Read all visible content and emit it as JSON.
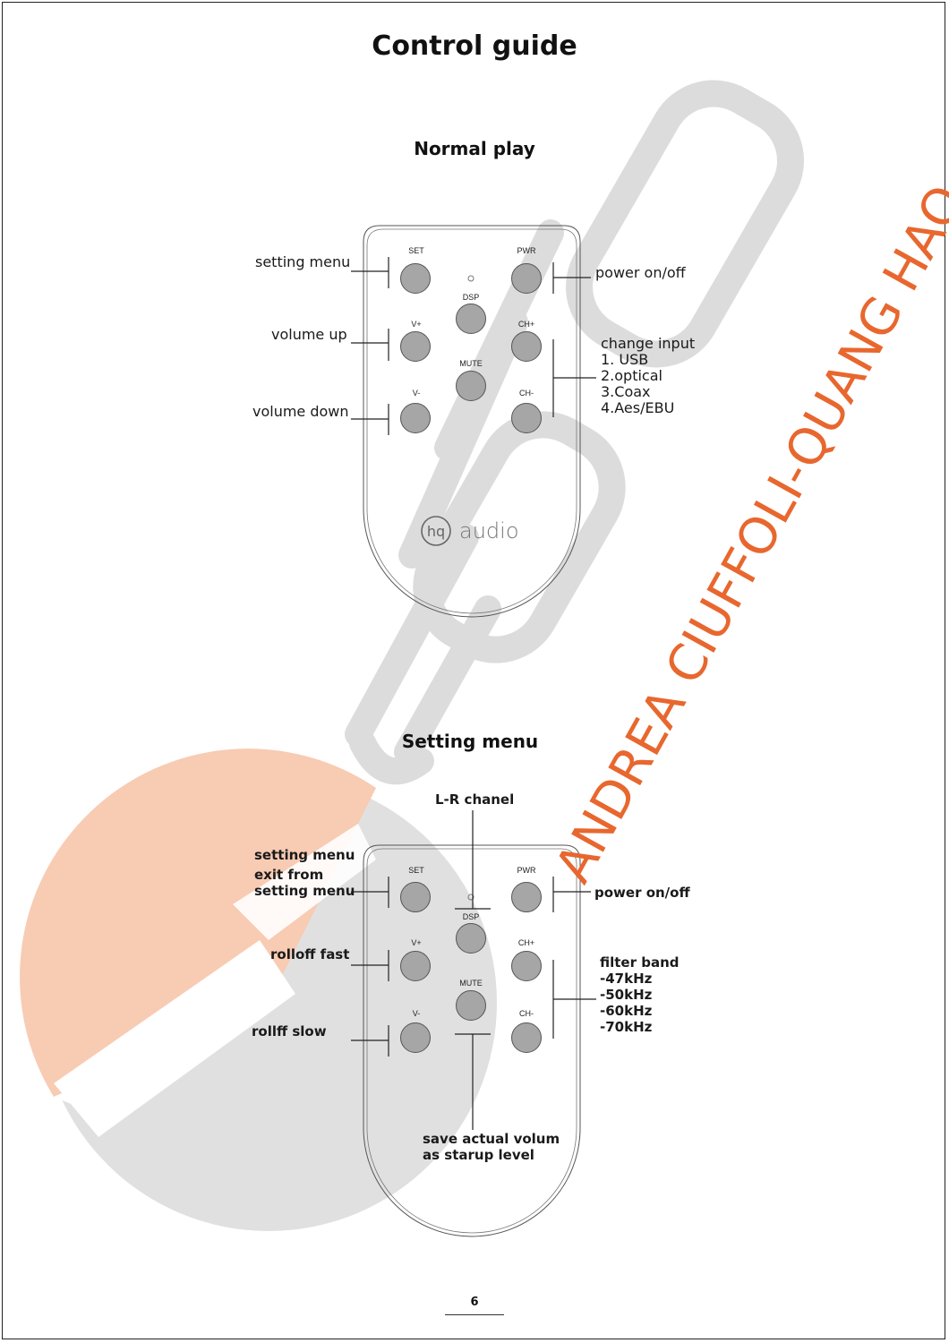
{
  "title": "Control guide",
  "normal": {
    "heading": "Normal play",
    "left": {
      "set": "setting menu",
      "vplus": "volume up",
      "vminus": "volume down"
    },
    "right": {
      "pwr": "power on/off",
      "ch": [
        "change input",
        "1. USB",
        "2.optical",
        "3.Coax",
        "4.Aes/EBU"
      ]
    }
  },
  "setting": {
    "heading": "Setting menu",
    "top": "L-R chanel",
    "left": {
      "set": [
        "setting menu",
        "exit from",
        "setting menu"
      ],
      "vplus": "rolloff fast",
      "vminus": "rollff slow"
    },
    "right": {
      "pwr": "power on/off",
      "ch": [
        "filter band",
        "-47kHz",
        "-50kHz",
        "-60kHz",
        "-70kHz"
      ]
    },
    "bottom": [
      "save actual volum",
      "as starup level"
    ]
  },
  "remote": {
    "buttons": {
      "set": "SET",
      "pwr": "PWR",
      "dsp": "DSP",
      "vplus": "V+",
      "chplus": "CH+",
      "mute": "MUTE",
      "vminus": "V-",
      "chminus": "CH-"
    },
    "logo_text": "audio",
    "logo_mark": "hq"
  },
  "watermark": {
    "text": "ANDREA CIUFFOLI-QUANG HAO",
    "color": "#e8672e"
  },
  "page_number": "6"
}
